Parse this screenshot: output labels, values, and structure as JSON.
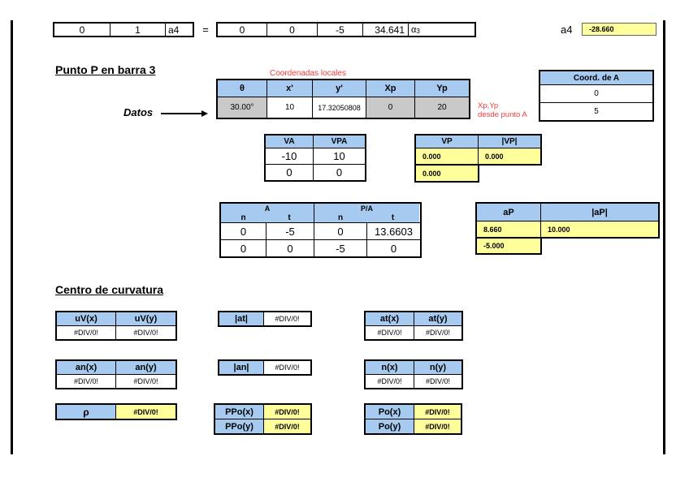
{
  "colors": {
    "header_blue": "#A6CAF0",
    "result_yellow": "#FFFF9C",
    "input_gray": "#C8C8C8",
    "note_red": "#F43A3A"
  },
  "top_row": {
    "left_matrix": [
      "0",
      "1"
    ],
    "left_matrix_label": "a4",
    "equals": "=",
    "right_matrix": [
      "0",
      "0",
      "-5",
      "34.641"
    ],
    "alpha_base": "α",
    "alpha_sub": "3",
    "a4_label": "a4",
    "a4_value": "-28.660"
  },
  "punto": {
    "title": "Punto P en barra 3",
    "coord_note": "Coordenadas locales",
    "datos_label": "Datos",
    "point_table": {
      "headers": [
        "θ",
        "x'",
        "y'",
        "Xp",
        "Yp"
      ],
      "values": [
        "30.00°",
        "10",
        "17.32050808",
        "0",
        "20"
      ]
    },
    "xpyp_note": [
      "Xp,Yp",
      "desde punto A"
    ],
    "coord_a": {
      "header": "Coord. de A",
      "values": [
        "0",
        "5"
      ]
    },
    "va_table": {
      "headers": [
        "VA",
        "VPA"
      ],
      "rows": [
        [
          "-10",
          "10"
        ],
        [
          "0",
          "0"
        ]
      ]
    },
    "vp_table": {
      "headers": [
        "VP",
        "|VP|"
      ],
      "row1": [
        "0.000",
        "0.000"
      ],
      "row2": "0.000"
    },
    "nt_table": {
      "group_a": "A",
      "group_pa": "P/A",
      "subheaders": [
        "n",
        "t",
        "n",
        "t"
      ],
      "rows": [
        [
          "0",
          "-5",
          "0",
          "13.6603"
        ],
        [
          "0",
          "0",
          "-5",
          "0"
        ]
      ]
    },
    "ap_table": {
      "headers": [
        "aP",
        "|aP|"
      ],
      "row1": [
        "8.660",
        "10.000"
      ],
      "row2": "-5.000"
    }
  },
  "curvatura": {
    "title": "Centro de curvatura",
    "uv_table": {
      "headers": [
        "uV(x)",
        "uV(y)"
      ],
      "values": [
        "#DIV/0!",
        "#DIV/0!"
      ]
    },
    "at_mag": {
      "label": "|at|",
      "value": "#DIV/0!"
    },
    "at_table": {
      "headers": [
        "at(x)",
        "at(y)"
      ],
      "values": [
        "#DIV/0!",
        "#DIV/0!"
      ]
    },
    "an_table": {
      "headers": [
        "an(x)",
        "an(y)"
      ],
      "values": [
        "#DIV/0!",
        "#DIV/0!"
      ]
    },
    "an_mag": {
      "label": "|an|",
      "value": "#DIV/0!"
    },
    "n_table": {
      "headers": [
        "n(x)",
        "n(y)"
      ],
      "values": [
        "#DIV/0!",
        "#DIV/0!"
      ]
    },
    "rho": {
      "label": "ρ",
      "value": "#DIV/0!"
    },
    "ppo_table": {
      "rows": [
        [
          "PPo(x)",
          "#DIV/0!"
        ],
        [
          "PPo(y)",
          "#DIV/0!"
        ]
      ]
    },
    "po_table": {
      "rows": [
        [
          "Po(x)",
          "#DIV/0!"
        ],
        [
          "Po(y)",
          "#DIV/0!"
        ]
      ]
    }
  }
}
